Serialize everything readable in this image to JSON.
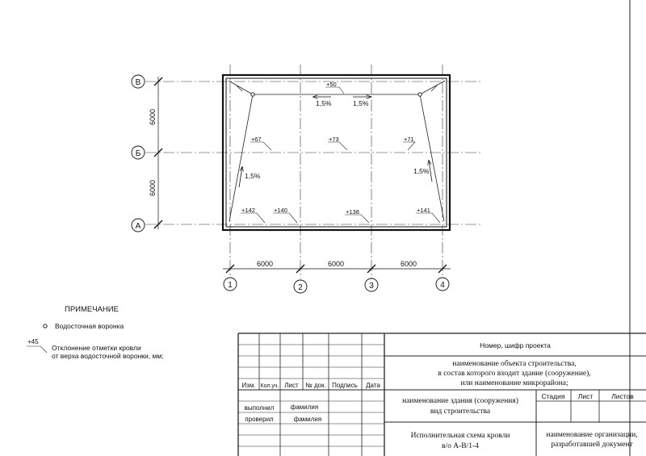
{
  "axes": {
    "rows": [
      {
        "label": "В"
      },
      {
        "label": "Б"
      },
      {
        "label": "А"
      }
    ],
    "columns": [
      {
        "label": "1"
      },
      {
        "label": "2"
      },
      {
        "label": "3"
      },
      {
        "label": "4"
      }
    ],
    "row_spans": [
      "6000",
      "6000"
    ],
    "column_spans": [
      "6000",
      "6000",
      "6000"
    ]
  },
  "elevations": {
    "top_center": "+50",
    "mid_left": "+67",
    "mid_center": "+73",
    "mid_right": "+71",
    "bottom_1": "+142",
    "bottom_2": "+140",
    "bottom_3": "+138",
    "bottom_4": "+141"
  },
  "slopes": {
    "top_left": "1,5%",
    "top_right": "1,5%",
    "left": "1,5%",
    "right": "1,5%"
  },
  "notes": {
    "heading": "ПРИМЕЧАНИЕ",
    "funnel_legend": "Водосточная воронка",
    "deviation_example": "+45",
    "deviation_line1": "Отклонение отметки кровли",
    "deviation_line2": "от верха водосточной воронки, мм;"
  },
  "title_block": {
    "project_code": "Номер, шифр проекта",
    "object_line1": "наименование объекта строительства,",
    "object_line2": "в состав которого входит здание (сооружение),",
    "object_line3": "или наименование микрорайона;",
    "headers": [
      "Изм.",
      "Кол.уч.",
      "Лист",
      "№ док.",
      "Подпись",
      "Дата"
    ],
    "performed_label": "выполнил",
    "performed_name": "фамилия",
    "checked_label": "проверил",
    "checked_name": "фамилия",
    "building_line1": "наименование здания (сооружения)",
    "building_line2": "вид строительства",
    "stage_label": "Стадия",
    "sheet_label": "Лист",
    "sheets_label": "Листов",
    "drawing_line1": "Исполнительная схема кровли",
    "drawing_line2": "в/о А-В/1-4",
    "org_line1": "наименование организации,",
    "org_line2": "разработавшей документ"
  }
}
